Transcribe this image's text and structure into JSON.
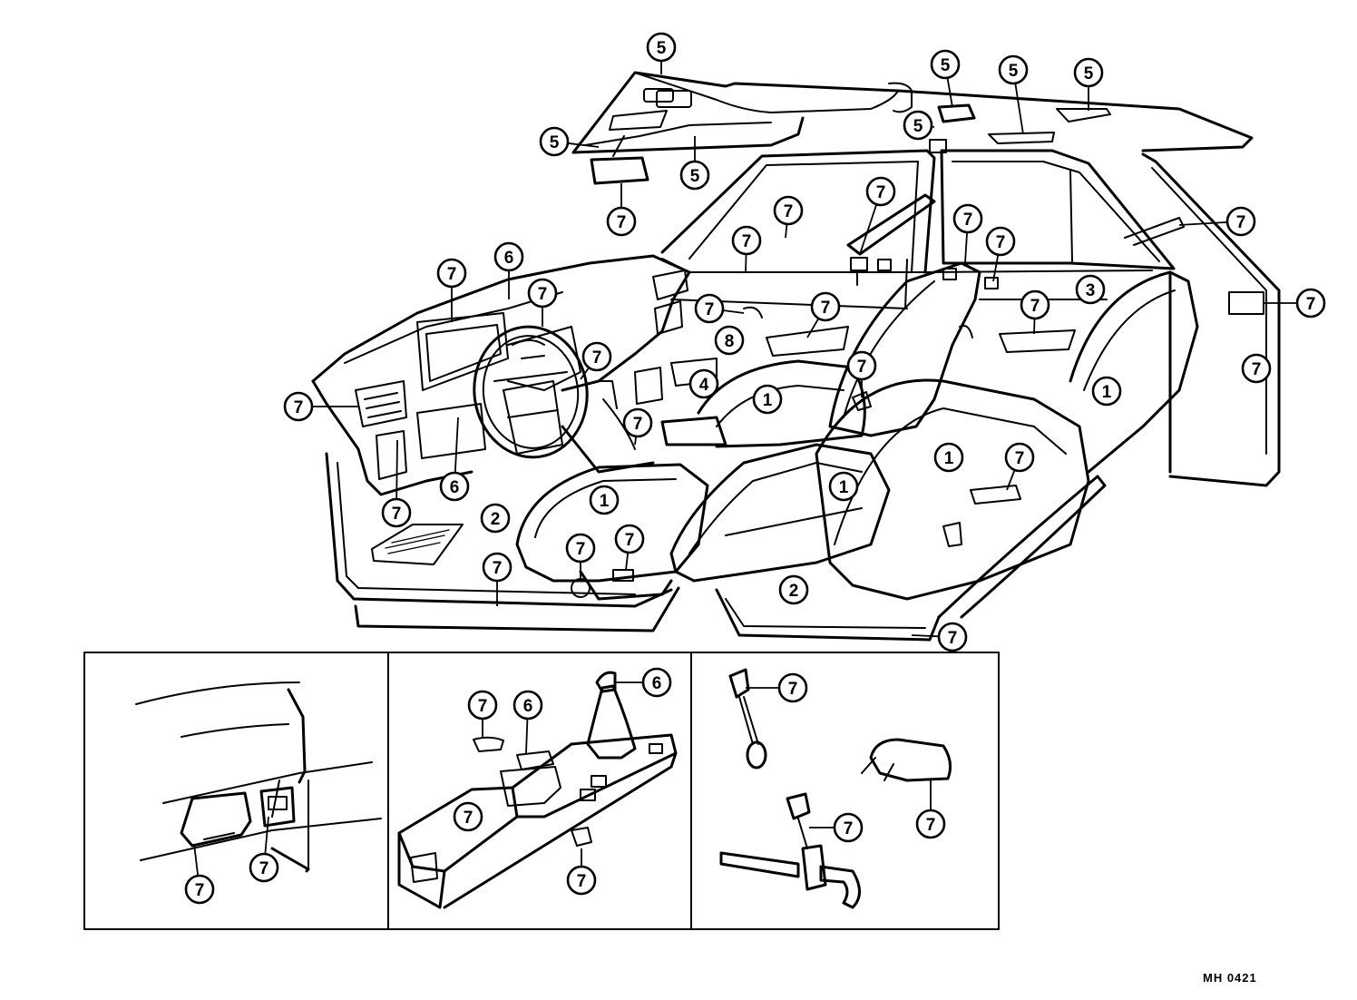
{
  "diagram_code": "MH 0421",
  "part_numbers": {
    "seat": "1",
    "carpet": "2",
    "door_trim": "3",
    "scuff": "4",
    "roof_lining": "5",
    "shift_knob": "6",
    "accessory": "7",
    "kick_panel": "8"
  }
}
